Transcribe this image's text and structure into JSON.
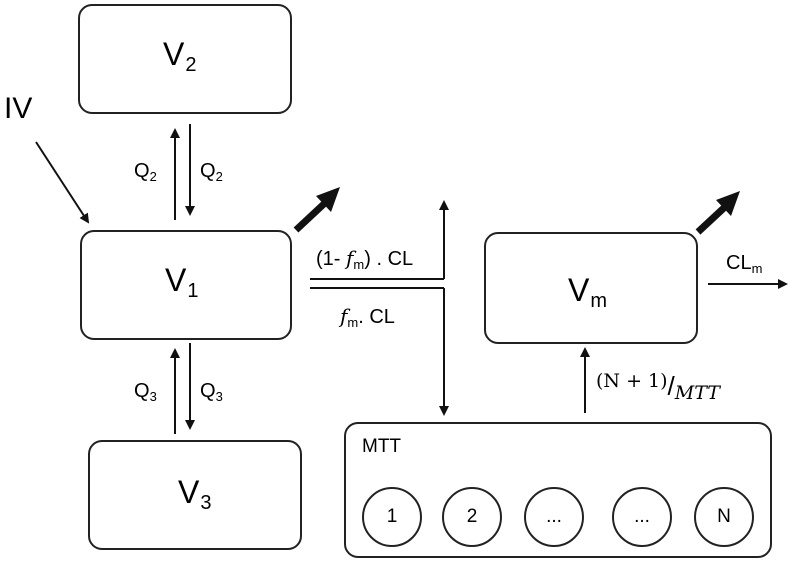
{
  "compartments": {
    "v2": {
      "name": "V",
      "sub": "2"
    },
    "v1": {
      "name": "V",
      "sub": "1"
    },
    "v3": {
      "name": "V",
      "sub": "3"
    },
    "vm": {
      "name": "V",
      "sub": "m"
    }
  },
  "input": {
    "label": "IV"
  },
  "flows": {
    "q2_left": {
      "name": "Q",
      "sub": "2"
    },
    "q2_right": {
      "name": "Q",
      "sub": "2"
    },
    "q3_left": {
      "name": "Q",
      "sub": "3"
    },
    "q3_right": {
      "name": "Q",
      "sub": "3"
    },
    "parent_elim": {
      "prefix": "(1- ",
      "f": "f",
      "fsub": "m",
      "suffix": ") . CL"
    },
    "metab_formation": {
      "f": "f",
      "fsub": "m",
      "suffix": ". CL"
    },
    "metab_elim": {
      "name": "CL",
      "sub": "m"
    },
    "transit_rate": {
      "numer": "(N + 1)",
      "slash": "/",
      "denom": "MTT"
    }
  },
  "transit": {
    "title": "MTT",
    "nodes": [
      "1",
      "2",
      "...",
      "...",
      "N"
    ]
  }
}
